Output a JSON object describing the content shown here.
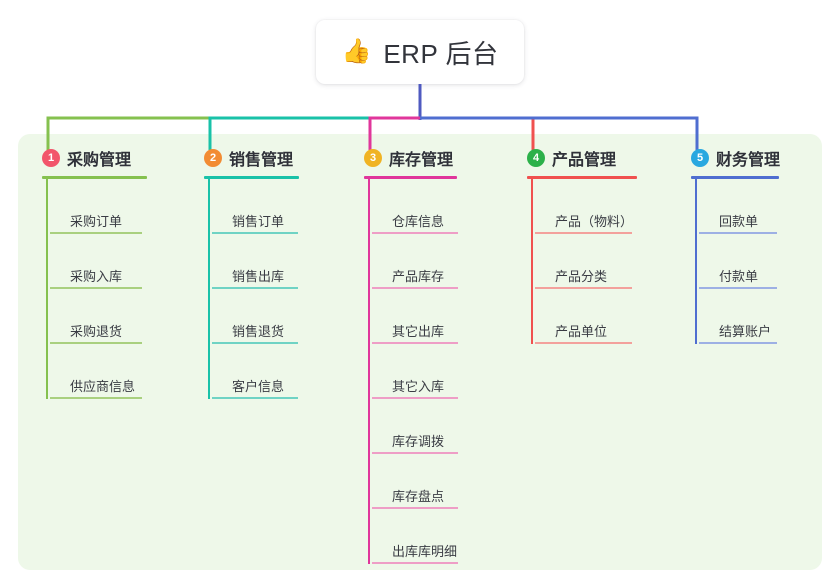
{
  "root": {
    "icon": "thumbs-up-emoji",
    "emoji": "👍",
    "title": "ERP 后台"
  },
  "palette": {
    "panel_bg": "#eef8e9",
    "page_bg": "#ffffff",
    "root_text": "#32343b",
    "item_text": "#3a3c44",
    "stem": "#4f5ac0"
  },
  "columns": [
    {
      "number": "1",
      "title": "采购管理",
      "badge_color": "#f2556b",
      "line_color": "#85c14f",
      "rule_color": "#a9d07f",
      "bus_color": "#85c14f",
      "items": [
        {
          "label": "采购订单"
        },
        {
          "label": "采购入库"
        },
        {
          "label": "采购退货"
        },
        {
          "label": "供应商信息"
        }
      ]
    },
    {
      "number": "2",
      "title": "销售管理",
      "badge_color": "#f28c33",
      "line_color": "#19c2a8",
      "rule_color": "#6fd3c4",
      "bus_color": "#19c2a8",
      "items": [
        {
          "label": "销售订单"
        },
        {
          "label": "销售出库"
        },
        {
          "label": "销售退货"
        },
        {
          "label": "客户信息"
        }
      ]
    },
    {
      "number": "3",
      "title": "库存管理",
      "badge_color": "#f0b323",
      "line_color": "#e0369b",
      "rule_color": "#ee9ec6",
      "bus_color": "#e0369b",
      "items": [
        {
          "label": "仓库信息"
        },
        {
          "label": "产品库存"
        },
        {
          "label": "其它出库"
        },
        {
          "label": "其它入库"
        },
        {
          "label": "库存调拨"
        },
        {
          "label": "库存盘点"
        },
        {
          "label": "出库库明细"
        }
      ]
    },
    {
      "number": "4",
      "title": "产品管理",
      "badge_color": "#2cb14a",
      "line_color": "#f0514f",
      "rule_color": "#f3a19c",
      "bus_color": "#f0514f",
      "items": [
        {
          "label": "产品（物料）"
        },
        {
          "label": "产品分类"
        },
        {
          "label": "产品单位"
        }
      ]
    },
    {
      "number": "5",
      "title": "财务管理",
      "badge_color": "#29a8e0",
      "line_color": "#4f6ed0",
      "rule_color": "#9db0e4",
      "bus_color": "#4f6ed0",
      "items": [
        {
          "label": "回款单"
        },
        {
          "label": "付款单"
        },
        {
          "label": "结算账户"
        }
      ]
    }
  ]
}
